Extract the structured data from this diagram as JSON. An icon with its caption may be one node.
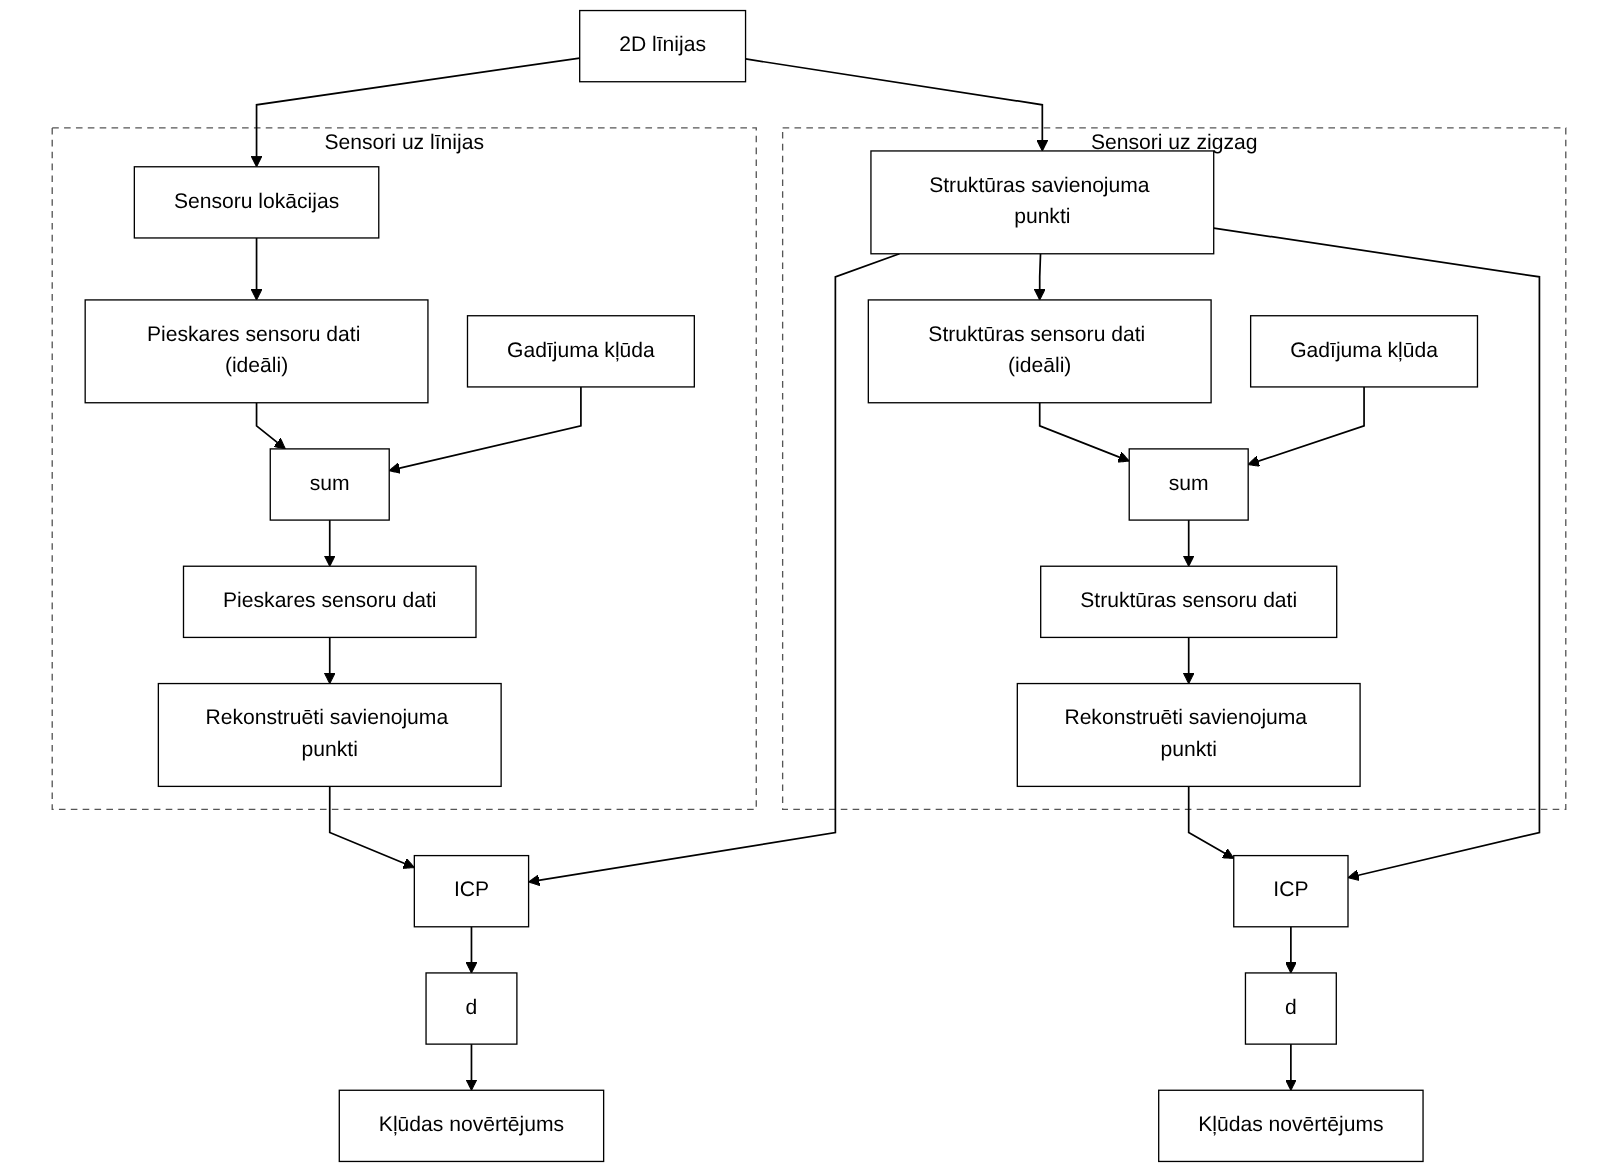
{
  "diagram": {
    "nodes": [
      {
        "text": [
          "2D līnijas"
        ]
      },
      {
        "text": [
          "Sensori uz līnijas"
        ]
      },
      {
        "text": [
          "Sensoru lokācijas"
        ],
        "in": 1
      },
      {
        "text": [
          "Pieskares sensoru dati (ideāli)"
        ],
        "in": 1
      },
      {
        "text": [
          "sum"
        ],
        "in": 1
      },
      {
        "text": [
          "Pieskares sensoru dati"
        ],
        "in": 1
      },
      {
        "text": [
          "Gadījuma kļūda"
        ],
        "in": 1
      },
      {
        "text": [
          "Rekonstruēti savienojuma punkti"
        ],
        "in": 1
      },
      {
        "text": [
          "Sensori uz zigzag"
        ]
      },
      {
        "text": [
          "Struktūras savienojuma punkti"
        ],
        "in": 8
      },
      {
        "text": [
          "Struktūras sensoru dati (ideāli)"
        ],
        "in": 8
      },
      {
        "text": [
          "Struktūras sensoru dati"
        ],
        "in": 8
      },
      {
        "text": [
          "sum"
        ],
        "in": 8
      },
      {
        "text": [
          "Rekonstruēti savienojuma punkti"
        ],
        "in": 8
      },
      {
        "text": [
          "Gadījuma kļūda"
        ],
        "in": 8
      },
      {
        "text": [
          "d"
        ]
      },
      {
        "text": [
          "ICP"
        ]
      },
      {
        "text": [
          "ICP"
        ]
      },
      {
        "text": [
          "d"
        ]
      },
      {
        "text": [
          "Kļūdas novērtējums"
        ]
      },
      {
        "text": [
          "Kļūdas novērtējums"
        ]
      }
    ],
    "edges": [
      {
        "from": 0,
        "to": 2,
        "arrow": "to"
      },
      {
        "from": 0,
        "to": 9,
        "arrow": "to"
      },
      {
        "from": 2,
        "to": 3,
        "arrow": "to"
      },
      {
        "from": 3,
        "to": 4,
        "arrow": "to"
      },
      {
        "from": 6,
        "to": 4,
        "arrow": "to"
      },
      {
        "from": 4,
        "to": 5,
        "arrow": "to"
      },
      {
        "from": 5,
        "to": 7,
        "arrow": "to"
      },
      {
        "from": 7,
        "to": 16,
        "arrow": "to"
      },
      {
        "from": 16,
        "to": 15,
        "arrow": "to"
      },
      {
        "from": 15,
        "to": 19,
        "arrow": "to"
      },
      {
        "from": 9,
        "to": 10,
        "arrow": "to"
      },
      {
        "from": 10,
        "to": 12,
        "arrow": "to"
      },
      {
        "from": 14,
        "to": 12,
        "arrow": "to"
      },
      {
        "from": 12,
        "to": 11,
        "arrow": "to"
      },
      {
        "from": 11,
        "to": 13,
        "arrow": "to"
      },
      {
        "from": 13,
        "to": 17,
        "arrow": "to"
      },
      {
        "from": 17,
        "to": 18,
        "arrow": "to"
      },
      {
        "from": 18,
        "to": 20,
        "arrow": "to"
      },
      {
        "from": 9,
        "to": 16,
        "arrow": "to"
      },
      {
        "from": 9,
        "to": 17,
        "arrow": "to"
      }
    ]
  }
}
